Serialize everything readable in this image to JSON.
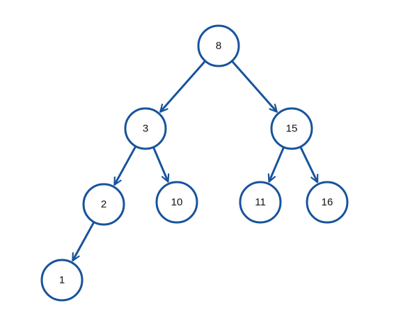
{
  "diagram": {
    "type": "binary-tree",
    "colors": {
      "stroke": "#17539b",
      "fill": "#ffffff",
      "text": "#111111",
      "background": "#ffffff"
    },
    "nodes": [
      {
        "id": "n8",
        "label": "8"
      },
      {
        "id": "n3",
        "label": "3"
      },
      {
        "id": "n15",
        "label": "15"
      },
      {
        "id": "n2",
        "label": "2"
      },
      {
        "id": "n10",
        "label": "10"
      },
      {
        "id": "n11",
        "label": "11"
      },
      {
        "id": "n16",
        "label": "16"
      },
      {
        "id": "n1",
        "label": "1"
      }
    ],
    "edges": [
      {
        "from": "n8",
        "to": "n3"
      },
      {
        "from": "n8",
        "to": "n15"
      },
      {
        "from": "n3",
        "to": "n2"
      },
      {
        "from": "n3",
        "to": "n10"
      },
      {
        "from": "n15",
        "to": "n11"
      },
      {
        "from": "n15",
        "to": "n16"
      },
      {
        "from": "n2",
        "to": "n1"
      }
    ]
  }
}
